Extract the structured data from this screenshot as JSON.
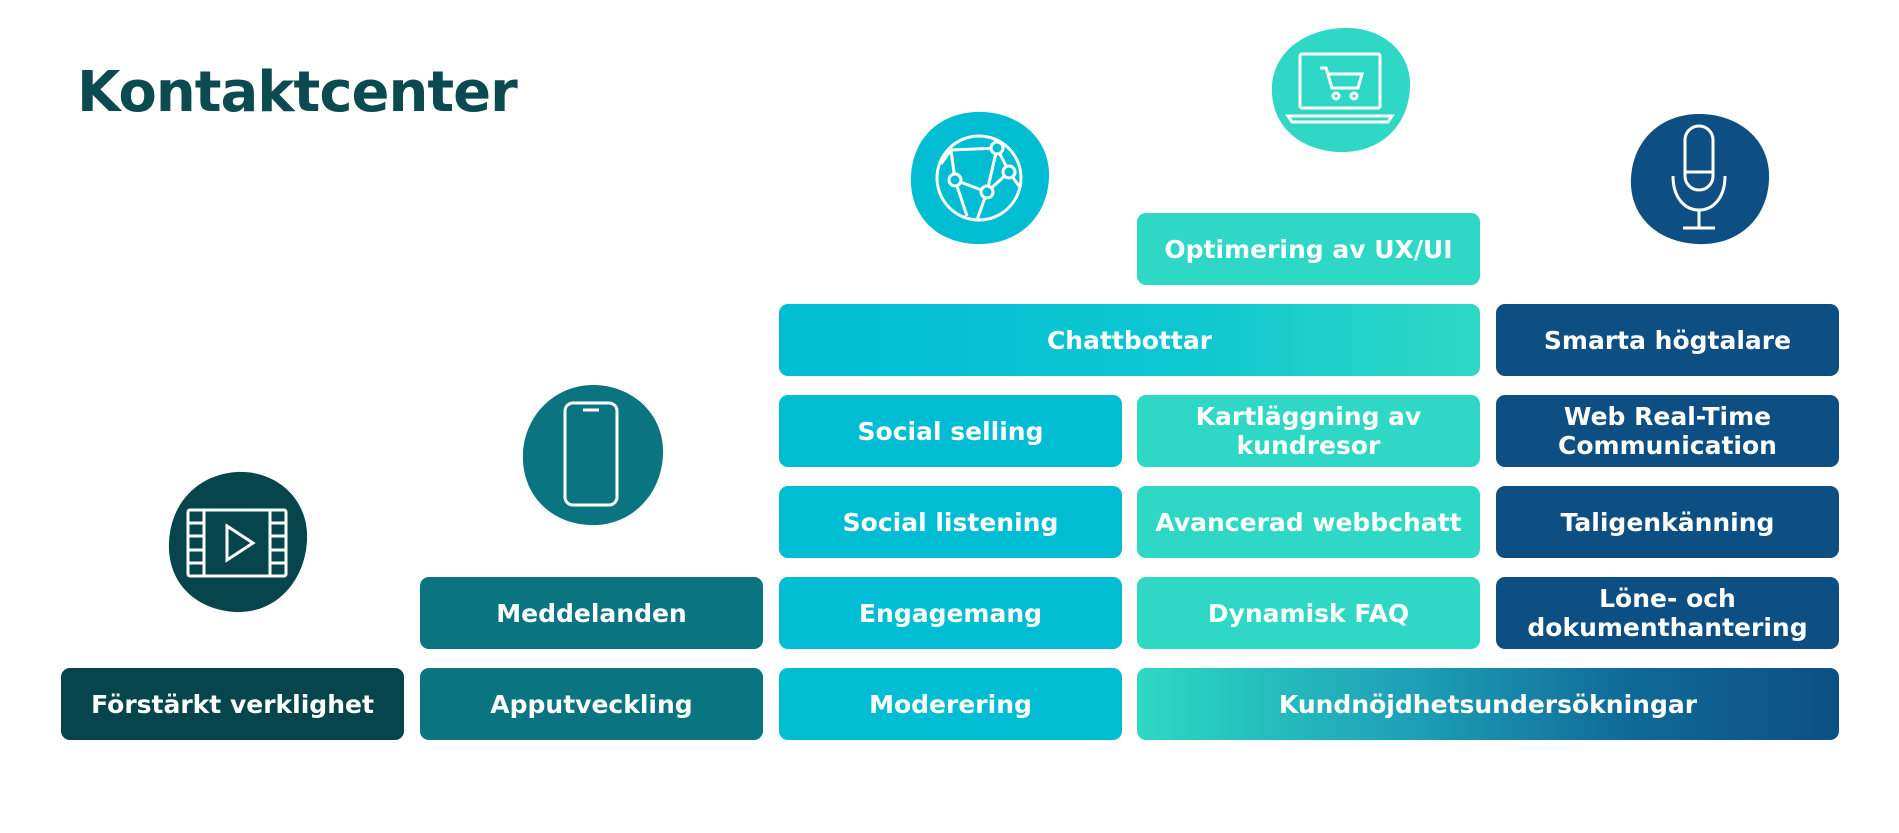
{
  "title": "Kontaktcenter",
  "colors": {
    "title": "#0a4a50",
    "dark_teal": "#07454c",
    "teal": "#0a7480",
    "cyan": "#00bdd4",
    "mint": "#2ed8c4",
    "navy": "#0d4f82"
  },
  "icons": {
    "video": "video-play-icon",
    "phone": "smartphone-icon",
    "globe": "globe-network-icon",
    "cart": "laptop-cart-icon",
    "mic": "microphone-icon"
  },
  "columns": {
    "col1": {
      "items": [
        "Förstärkt verklighet"
      ]
    },
    "col2": {
      "items": [
        "Apputveckling",
        "Meddelanden"
      ]
    },
    "col3": {
      "items": [
        "Moderering",
        "Engagemang",
        "Social listening",
        "Social selling"
      ]
    },
    "col4": {
      "items": [
        "Dynamisk FAQ",
        "Avancerad webbchatt",
        "Kartläggning av kundresor",
        "Optimering av UX/UI"
      ]
    },
    "col5": {
      "items": [
        "Löne- och dokumenthantering",
        "Taligenkänning",
        "Web Real-Time Communication",
        "Smarta högtalare"
      ]
    },
    "span_chat": "Chattbottar",
    "span_survey": "Kundnöjdhetsundersökningar"
  }
}
